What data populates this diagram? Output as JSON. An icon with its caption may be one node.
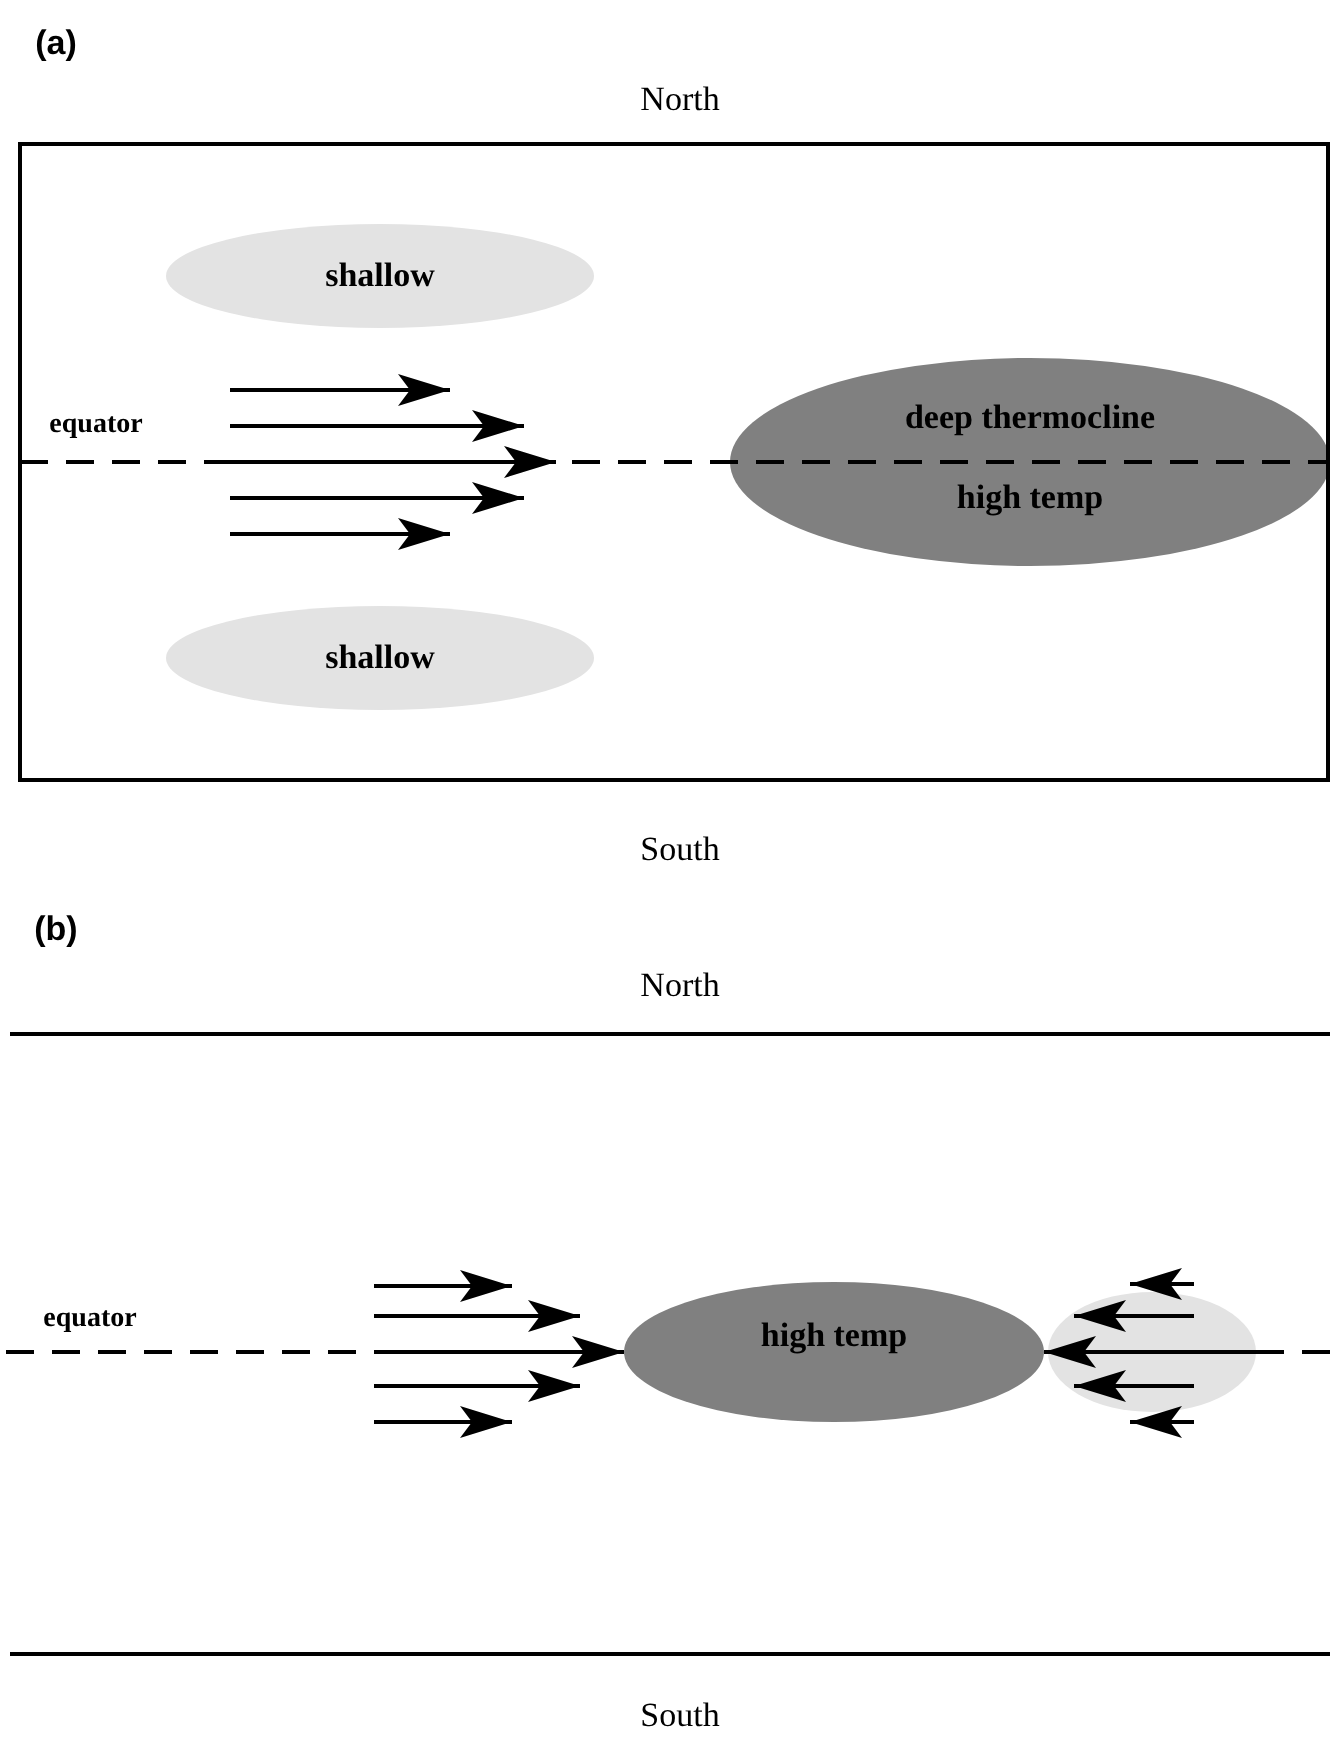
{
  "diagram": {
    "nodes": [
      {
        "text": [
          "shallow"
        ]
      },
      {
        "text": [
          "deep thermocline",
          "high temp"
        ]
      },
      {
        "text": [
          "shallow"
        ]
      },
      {
        "text": [
          "high temp"
        ]
      },
      {
        "text": [],
        "shape": "circle"
      }
    ],
    "edges": [
      {
        "from": null,
        "to": 3,
        "arrow": "to"
      },
      {
        "from": 4,
        "to": 3,
        "arrow": "to"
      }
    ],
    "labels": [
      "(a)",
      "North",
      "equator",
      "South",
      "(b)",
      "North",
      "equator",
      "South"
    ]
  }
}
